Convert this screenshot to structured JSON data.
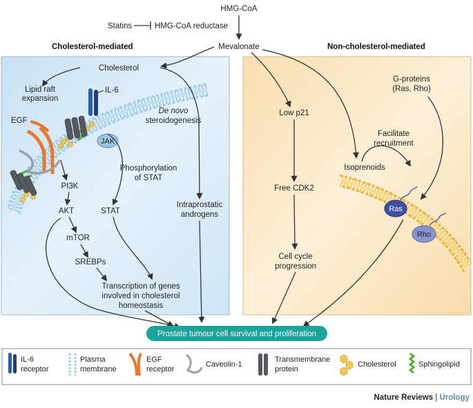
{
  "top": {
    "hmg_coa": "HMG-CoA",
    "statins": "Statins",
    "hmg_coa_reductase": "HMG-CoA reductase",
    "mevalonate": "Mevalonate"
  },
  "panels": {
    "left_title": "Cholesterol-mediated",
    "right_title": "Non-cholesterol-mediated",
    "left_bg": "#d6e9f6",
    "right_bg": "#fbe7c4"
  },
  "left": {
    "cholesterol": "Cholesterol",
    "lipid_raft_1": "Lipid raft",
    "lipid_raft_2": "expansion",
    "il6": "IL-6",
    "egf": "EGF",
    "jak": "JAK",
    "de_novo": "De novo",
    "steroidogenesis": "steroidogenesis",
    "phos_1": "Phosphorylation",
    "phos_2": "of STAT",
    "pi3k": "PI3K",
    "akt": "AKT",
    "stat": "STAT",
    "intraprostatic_1": "Intraprostatic",
    "intraprostatic_2": "androgens",
    "mtor": "mTOR",
    "srebps": "SREBPs",
    "transcription_1": "Transcription of genes",
    "transcription_2": "involved in cholesterol",
    "transcription_3": "homeostasis"
  },
  "right": {
    "low_p21": "Low p21",
    "free_cdk2": "Free CDK2",
    "cell_cycle_1": "Cell cycle",
    "cell_cycle_2": "progression",
    "isoprenoids": "Isoprenoids",
    "facilitate_1": "Facilitate",
    "facilitate_2": "recruitment",
    "gproteins_1": "G-proteins",
    "gproteins_2": "(Ras, Rho)",
    "ras": "Ras",
    "rho": "Rho"
  },
  "outcome": "Prostate tumour cell survival and proliferation",
  "legend": {
    "il6_receptor_1": "IL-6",
    "il6_receptor_2": "receptor",
    "plasma_1": "Plasma",
    "plasma_2": "membrane",
    "egf_receptor_1": "EGF",
    "egf_receptor_2": "receptor",
    "caveolin": "Caveolin-1",
    "transmembrane_1": "Transmembrane",
    "transmembrane_2": "protein",
    "cholesterol": "Cholesterol",
    "sphingolipid": "Sphingolipid"
  },
  "credit": {
    "journal": "Nature Reviews",
    "separator": " | ",
    "section": "Urology"
  },
  "colors": {
    "outcome_fill": "#1aa39a",
    "ras_fill": "#3f4fa8",
    "rho_fill": "#8b93cf",
    "jak_fill": "#9cc7e4",
    "cholesterol_yellow": "#f2c94c",
    "membrane_blue": "#9fcde8",
    "membrane_yellow": "#f0c75a",
    "egf_orange": "#e9772d",
    "il6_blue": "#2a5fa8",
    "transmembrane_grey": "#555a60",
    "sphingolipid_green": "#5aa832",
    "credit_accent": "#5b8fa8"
  }
}
